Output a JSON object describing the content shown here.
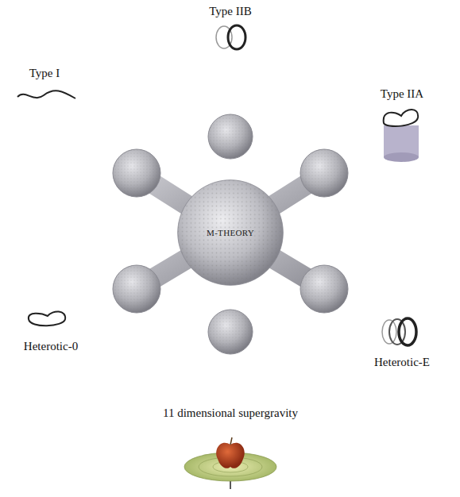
{
  "diagram": {
    "nodes": [
      {
        "text": [
          "M-THEORY"
        ]
      }
    ],
    "labels": [
      "Type IIB",
      "Type I",
      "Type IIA",
      "Heterotic-0",
      "Heterotic-E",
      "11 dimensional supergravity"
    ]
  }
}
